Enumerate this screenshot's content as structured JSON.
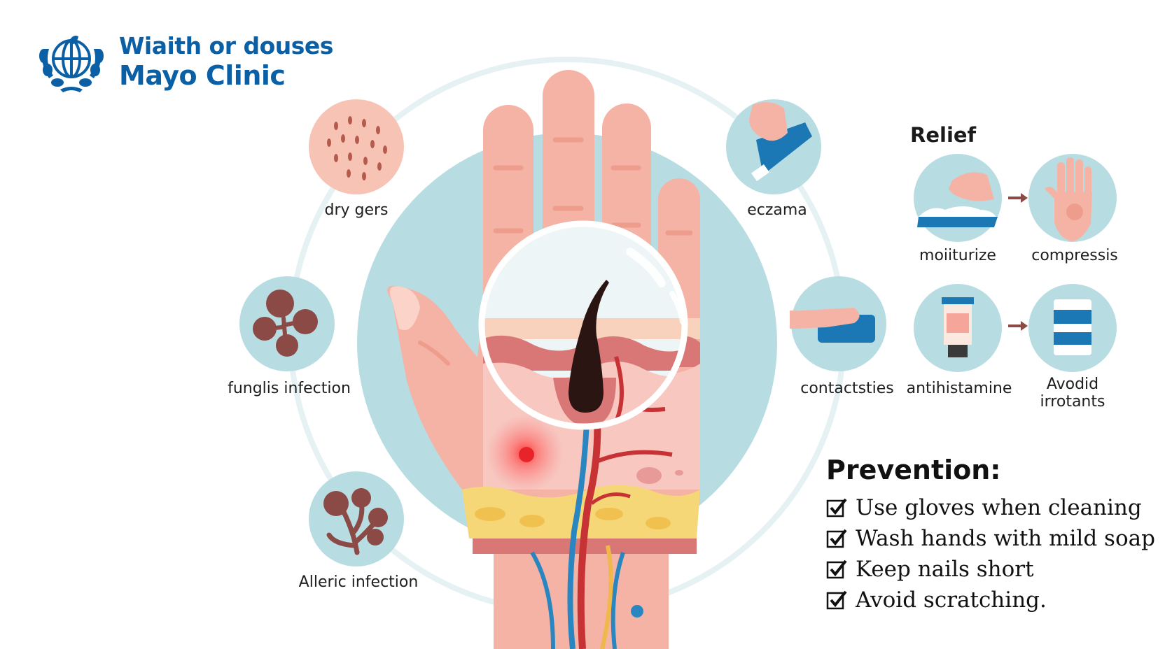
{
  "brand": {
    "line1": "Wiaith or douses",
    "line2": "Mayo Clinic",
    "color": "#0b5fa5",
    "icon": "un-emblem-icon"
  },
  "causes": [
    {
      "label": "dry gers",
      "icon": "dry-skin-dots-icon"
    },
    {
      "label": "eczama",
      "icon": "hand-cream-tube-icon"
    },
    {
      "label": "funglis infection",
      "icon": "fungus-spores-icon"
    },
    {
      "label": "contactsties",
      "icon": "hand-contact-icon"
    },
    {
      "label": "Alleric infection",
      "icon": "allergen-branch-icon"
    }
  ],
  "relief": {
    "title": "Relief",
    "items": [
      {
        "label": "moiiturize",
        "icon": "moisturizer-cream-icon"
      },
      {
        "label": "compressis",
        "icon": "hand-compress-icon"
      },
      {
        "label": "antihistamine",
        "icon": "ointment-tube-icon"
      },
      {
        "label": "Avodid irrotants",
        "icon": "medicine-jar-icon"
      }
    ]
  },
  "prevention": {
    "title": "Prevention:",
    "items": [
      "Use gloves when cleaning",
      "Wash hands with mild soap",
      "Keep nails short",
      "Avoid scratching."
    ]
  },
  "colors": {
    "circle_bg": "#b7dde3",
    "skin": "#f5b3a5",
    "skin_dark": "#ee9d8c",
    "vein_blue": "#2a86c0",
    "artery_red": "#c73234",
    "fat_yellow": "#f6d777",
    "hair": "#2a1512",
    "irritation": "#e8232a"
  }
}
